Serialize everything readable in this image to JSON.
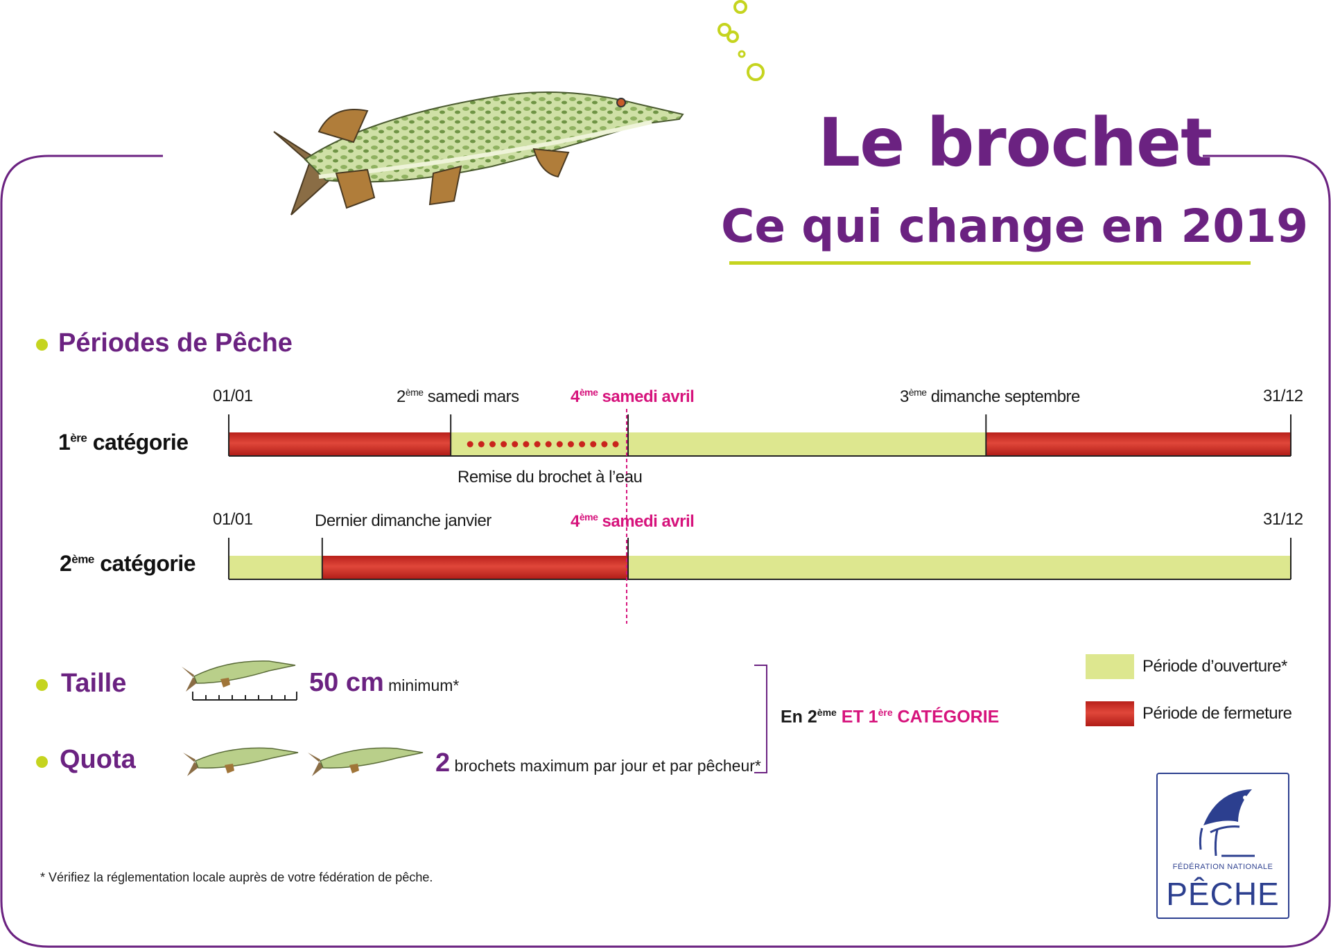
{
  "header": {
    "title": "Le brochet",
    "subtitle": "Ce qui change en 2019"
  },
  "sections": {
    "periodes": "Périodes de Pêche",
    "taille": "Taille",
    "quota": "Quota"
  },
  "timeline": {
    "row1": {
      "category_num": "1",
      "category_sup": "ère",
      "category_word": " catégorie",
      "start": "01/01",
      "end": "31/12",
      "marker_a_num": "2",
      "marker_a_sup": "ème",
      "marker_a_text": " samedi mars",
      "marker_b_num": "4",
      "marker_b_sup": "ème",
      "marker_b_text": " samedi avril",
      "marker_c_num": "3",
      "marker_c_sup": "ème",
      "marker_c_text": " dimanche septembre",
      "note": "Remise du brochet à l’eau",
      "segments": [
        {
          "from": 0.0,
          "to": 0.209,
          "state": "closed"
        },
        {
          "from": 0.209,
          "to": 0.376,
          "state": "open-release"
        },
        {
          "from": 0.376,
          "to": 0.713,
          "state": "open"
        },
        {
          "from": 0.713,
          "to": 1.0,
          "state": "closed"
        }
      ]
    },
    "row2": {
      "category_num": "2",
      "category_sup": "ème",
      "category_word": " catégorie",
      "start": "01/01",
      "end": "31/12",
      "marker_a_text": "Dernier dimanche janvier",
      "marker_b_num": "4",
      "marker_b_sup": "ème",
      "marker_b_text": " samedi avril",
      "segments": [
        {
          "from": 0.0,
          "to": 0.088,
          "state": "open"
        },
        {
          "from": 0.088,
          "to": 0.376,
          "state": "closed"
        },
        {
          "from": 0.376,
          "to": 1.0,
          "state": "open"
        }
      ]
    }
  },
  "taille": {
    "value": "50 cm",
    "suffix": " minimum*"
  },
  "quota": {
    "value": "2",
    "suffix": " brochets maximum par jour et par pêcheur*"
  },
  "bracket": {
    "part1": "En 2",
    "sup1": "ème",
    "part2": " ET 1",
    "sup2": "ère",
    "part3": " CATÉGORIE"
  },
  "legend": {
    "open": "Période d’ouverture*",
    "closed": "Période de fermeture"
  },
  "footnote": "* Vérifiez la réglementation locale auprès de votre fédération de pêche.",
  "logo": {
    "small": "FÉDÉRATION NATIONALE",
    "big": "PÊCHE"
  },
  "colors": {
    "purple": "#6b2281",
    "lime": "#c5d41f",
    "pink": "#d6137c",
    "open": "#dde78f",
    "closed": "#c9241c",
    "navy": "#2c3f8f"
  },
  "icons": [
    "pike-illustration",
    "bubbles-icon",
    "ruler-icon",
    "fish-logo-icon"
  ]
}
